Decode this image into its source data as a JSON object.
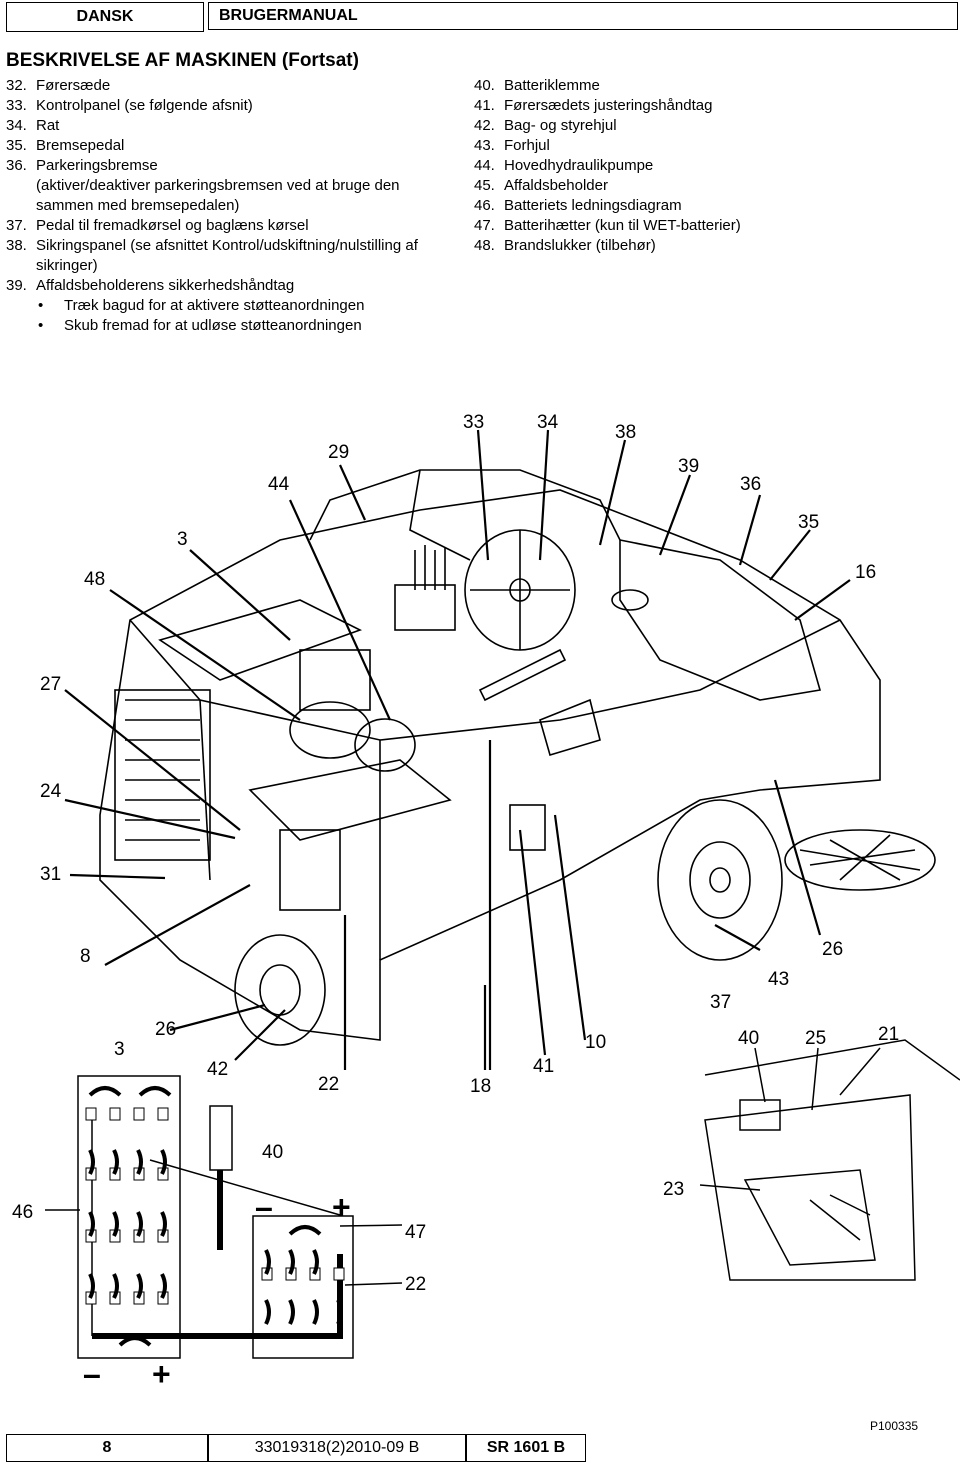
{
  "header": {
    "language": "DANSK",
    "doc_type": "BRUGERMANUAL"
  },
  "section_title": "BESKRIVELSE AF MASKINEN (Fortsat)",
  "left_items": [
    {
      "num": "32.",
      "text": "Førersæde"
    },
    {
      "num": "33.",
      "text": "Kontrolpanel (se følgende afsnit)"
    },
    {
      "num": "34.",
      "text": "Rat"
    },
    {
      "num": "35.",
      "text": "Bremsepedal"
    },
    {
      "num": "36.",
      "text": "Parkeringsbremse"
    },
    {
      "num": "",
      "text": "(aktiver/deaktiver parkeringsbremsen ved at bruge den"
    },
    {
      "num": "",
      "text": "sammen med bremsepedalen)"
    },
    {
      "num": "37.",
      "text": "Pedal til fremadkørsel og baglæns kørsel"
    },
    {
      "num": "38.",
      "text": "Sikringspanel (se afsnittet Kontrol/udskiftning/nulstilling af"
    },
    {
      "num": "",
      "text": "sikringer)"
    },
    {
      "num": "39.",
      "text": "Affaldsbeholderens sikkerhedshåndtag"
    }
  ],
  "bullets": [
    "Træk bagud for at aktivere støtteanordningen",
    "Skub fremad for at udløse støtteanordningen"
  ],
  "right_items": [
    {
      "num": "40.",
      "text": "Batteriklemme"
    },
    {
      "num": "41.",
      "text": "Førersædets justeringshåndtag"
    },
    {
      "num": "42.",
      "text": "Bag- og styrehjul"
    },
    {
      "num": "43.",
      "text": "Forhjul"
    },
    {
      "num": "44.",
      "text": "Hovedhydraulikpumpe"
    },
    {
      "num": "45.",
      "text": "Affaldsbeholder"
    },
    {
      "num": "46.",
      "text": "Batteriets ledningsdiagram"
    },
    {
      "num": "47.",
      "text": "Batterihætter (kun til WET-batterier)"
    },
    {
      "num": "48.",
      "text": "Brandslukker (tilbehør)"
    }
  ],
  "figure": {
    "callouts": [
      "33",
      "34",
      "38",
      "29",
      "39",
      "44",
      "36",
      "35",
      "3",
      "48",
      "16",
      "27",
      "24",
      "31",
      "8",
      "26",
      "43",
      "37",
      "40",
      "25",
      "21",
      "3",
      "26",
      "42",
      "22",
      "18",
      "41",
      "10",
      "40",
      "23",
      "46",
      "47",
      "22"
    ],
    "battery_minus": "–",
    "battery_plus": "+",
    "reference": "P100335"
  },
  "footer": {
    "page": "8",
    "doc_number": "33019318(2)2010-09 B",
    "model": "SR 1601 B"
  }
}
